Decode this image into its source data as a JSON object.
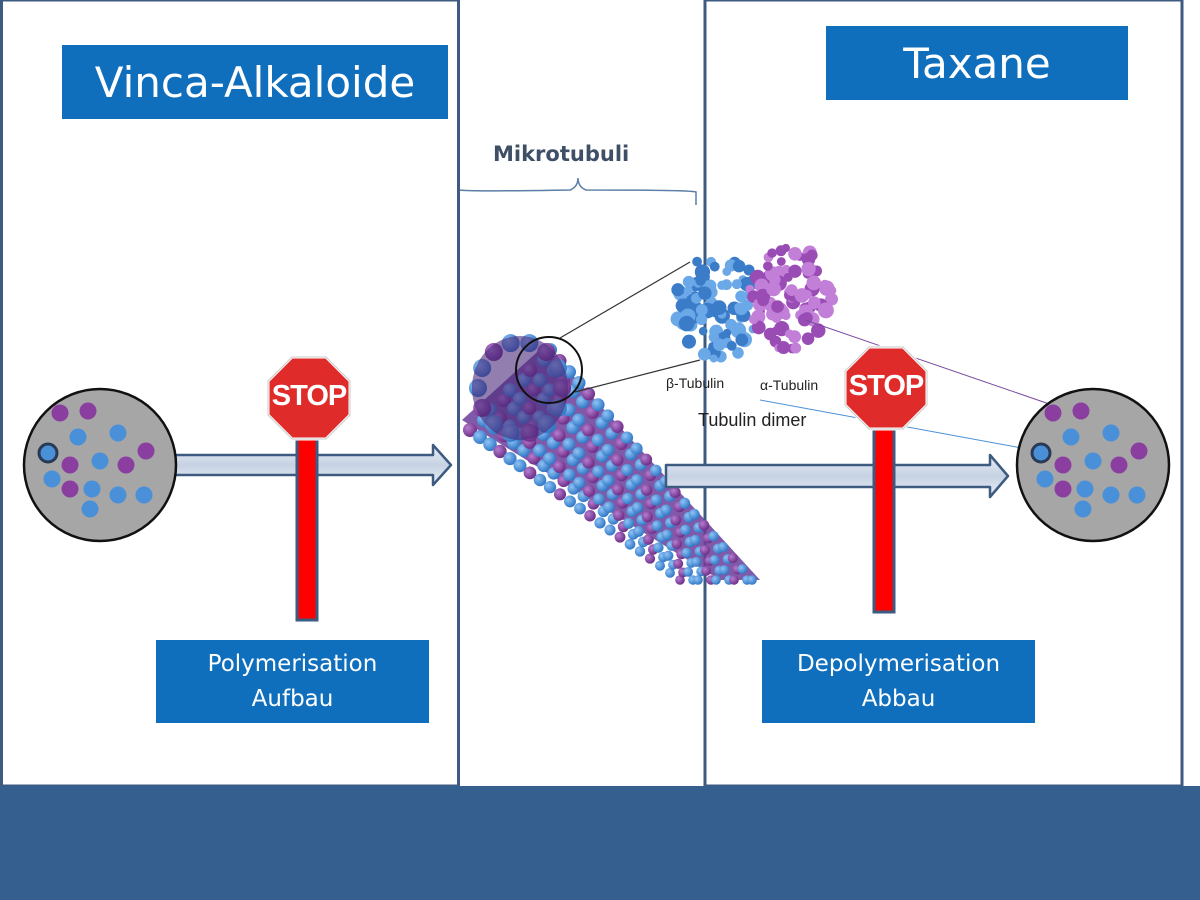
{
  "left_panel": {
    "title": "Vinca-Alkaloide",
    "stop_sign": "STOP",
    "process_line1": "Polymerisation",
    "process_line2": "Aufbau"
  },
  "right_panel": {
    "title": "Taxane",
    "stop_sign": "STOP",
    "process_line1": "Depolymerisation",
    "process_line2": "Abbau"
  },
  "center": {
    "microtubule_label": "Mikrotubuli",
    "beta_tubulin": "β-Tubulin",
    "alpha_tubulin": "α-Tubulin",
    "dimer_label": "Tubulin dimer"
  },
  "colors": {
    "label_box": "#0f6fbd",
    "stop_red": "#e02b2b",
    "bar_red": "#ff0000",
    "footer": "#345f8e",
    "border": "#3d5a80",
    "tubulin_blue": "#4a90d9",
    "tubulin_purple": "#8a3fa0",
    "pool_grey": "#a6a6a6"
  },
  "icons": {
    "stop": "stop-sign-icon",
    "arrow": "right-arrow-icon",
    "pool": "tubulin-pool-icon"
  }
}
